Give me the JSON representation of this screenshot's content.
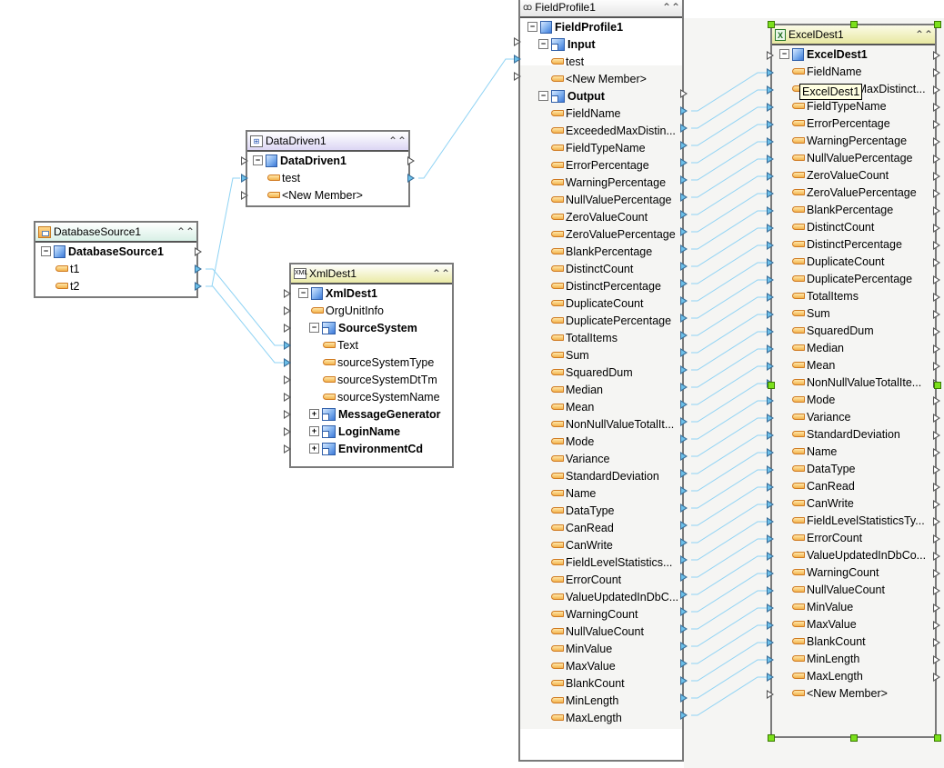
{
  "components": {
    "database_source": {
      "title": "DatabaseSource1",
      "root": "DatabaseSource1",
      "fields": [
        "t1",
        "t2"
      ]
    },
    "data_driven": {
      "title": "DataDriven1",
      "root": "DataDriven1",
      "fields": [
        "test",
        "<New Member>"
      ]
    },
    "xml_dest": {
      "title": "XmlDest1",
      "icon_label": "XML",
      "root": "XmlDest1",
      "items": [
        {
          "label": "OrgUnitInfo",
          "kind": "field",
          "level": 1
        },
        {
          "label": "SourceSystem",
          "kind": "group",
          "level": 1,
          "expanded": true
        },
        {
          "label": "Text",
          "kind": "field",
          "level": 2
        },
        {
          "label": "sourceSystemType",
          "kind": "field",
          "level": 2
        },
        {
          "label": "sourceSystemDtTm",
          "kind": "field",
          "level": 2
        },
        {
          "label": "sourceSystemName",
          "kind": "field",
          "level": 2
        },
        {
          "label": "MessageGenerator",
          "kind": "group",
          "level": 1,
          "expanded": false
        },
        {
          "label": "LoginName",
          "kind": "group",
          "level": 1,
          "expanded": false
        },
        {
          "label": "EnvironmentCd",
          "kind": "group",
          "level": 1,
          "expanded": false
        }
      ]
    },
    "field_profile": {
      "title": "FieldProfile1",
      "root": "FieldProfile1",
      "input_label": "Input",
      "input_fields": [
        "test",
        "<New Member>"
      ],
      "output_label": "Output",
      "output_fields": [
        "FieldName",
        "ExceededMaxDistin...",
        "FieldTypeName",
        "ErrorPercentage",
        "WarningPercentage",
        "NullValuePercentage",
        "ZeroValueCount",
        "ZeroValuePercentage",
        "BlankPercentage",
        "DistinctCount",
        "DistinctPercentage",
        "DuplicateCount",
        "DuplicatePercentage",
        "TotalItems",
        "Sum",
        "SquaredDum",
        "Median",
        "Mean",
        "NonNullValueTotalIt...",
        "Mode",
        "Variance",
        "StandardDeviation",
        "Name",
        "DataType",
        "CanRead",
        "CanWrite",
        "FieldLevelStatistics...",
        "ErrorCount",
        "ValueUpdatedInDbC...",
        "WarningCount",
        "NullValueCount",
        "MinValue",
        "MaxValue",
        "BlankCount",
        "MinLength",
        "MaxLength"
      ]
    },
    "excel_dest": {
      "title": "ExcelDest1",
      "icon_label": "X",
      "root": "ExcelDest1",
      "fields": [
        "FieldName",
        "ExceededMaxDistinct...",
        "FieldTypeName",
        "ErrorPercentage",
        "WarningPercentage",
        "NullValuePercentage",
        "ZeroValueCount",
        "ZeroValuePercentage",
        "BlankPercentage",
        "DistinctCount",
        "DistinctPercentage",
        "DuplicateCount",
        "DuplicatePercentage",
        "TotalItems",
        "Sum",
        "SquaredDum",
        "Median",
        "Mean",
        "NonNullValueTotalIte...",
        "Mode",
        "Variance",
        "StandardDeviation",
        "Name",
        "DataType",
        "CanRead",
        "CanWrite",
        "FieldLevelStatisticsTy...",
        "ErrorCount",
        "ValueUpdatedInDbCo...",
        "WarningCount",
        "NullValueCount",
        "MinValue",
        "MaxValue",
        "BlankCount",
        "MinLength",
        "MaxLength",
        "<New Member>"
      ]
    }
  },
  "tooltip": "ExcelDest1",
  "icons": {
    "collapse": "⌃⌃",
    "expanded": "−",
    "collapsed": "+",
    "glasses": "👓"
  },
  "colors": {
    "wire": "#8fd3f4",
    "port_connected": "#6cc0ea",
    "selection_handle": "#7be01c"
  }
}
